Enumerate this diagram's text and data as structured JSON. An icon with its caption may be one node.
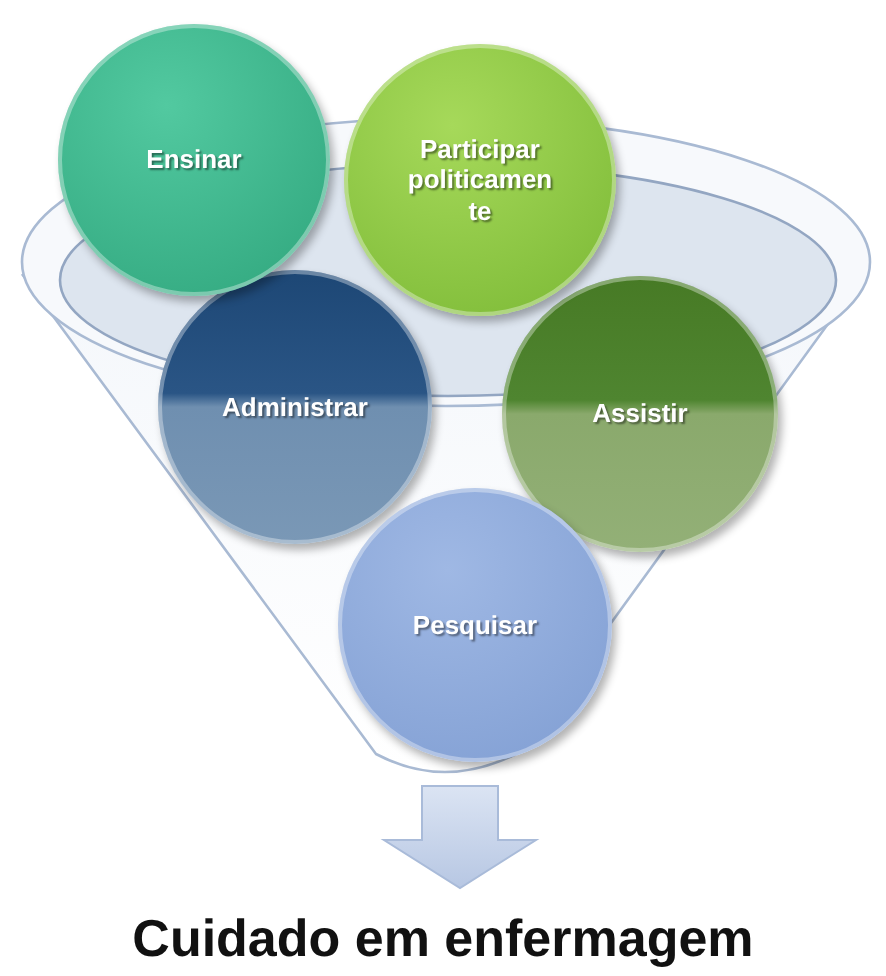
{
  "diagram": {
    "nodes": [
      {
        "text": [
          "Ensinar"
        ]
      },
      {
        "text": [
          "Participar politicamen te"
        ]
      },
      {
        "text": [
          "Administrar"
        ],
        "in": 5
      },
      {
        "text": [
          "Assistir"
        ],
        "in": 5
      },
      {
        "text": [
          "Pesquisar"
        ],
        "in": 5
      },
      {
        "text": [],
        "shape": "funnel"
      },
      {
        "text": [
          "Cuidado em enfermagem"
        ]
      }
    ],
    "edges": [
      {
        "from": 5,
        "to": 6,
        "arrow": "to",
        "style": "thick"
      }
    ]
  }
}
